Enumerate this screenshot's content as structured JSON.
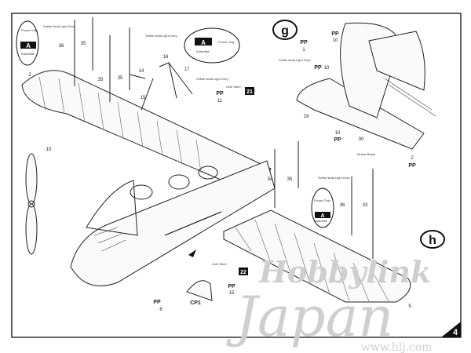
{
  "steps": {
    "g": "g",
    "h": "h"
  },
  "page_number": "4",
  "ref_badges": {
    "b21": "21",
    "b22": "22"
  },
  "callouts": {
    "top_left": {
      "only": "Pouze Only",
      "scheme": "A",
      "note": "Kamufláž"
    },
    "top_mid": {
      "only": "Pouze Only",
      "scheme": "A",
      "note": "Kamufláž"
    },
    "lower_wing": {
      "only": "Pouze Only",
      "scheme": "A",
      "note": "Kamufláž"
    }
  },
  "color_notes": {
    "light_grey": "Světle šedá Light Grey",
    "steel": "Ocel Steel",
    "brass": "Mosaz Brass"
  },
  "part_labels": {
    "p36": "36",
    "p35a": "35",
    "p2": "2",
    "p35b": "35",
    "p36b": "35",
    "p14": "14",
    "p15": "15",
    "p16": "16",
    "p17": "17",
    "pp11": "PP",
    "p11": "11",
    "pp1": "PP",
    "p1": "1",
    "pp10a": "PP",
    "p10a": "10",
    "pp10b": "PP",
    "p10b": "10",
    "pp10c": "PP",
    "p10c": "10",
    "p19": "19",
    "p30": "30",
    "pp2": "PP",
    "p2b": "2",
    "p10": "10",
    "p34": "34",
    "p35c": "35",
    "p36c": "36",
    "p33": "33",
    "p5": "5",
    "pp6": "PP",
    "p6": "6",
    "cp1": "CP1",
    "pp15": "PP",
    "p15b": "15"
  },
  "watermark": {
    "brand": "Hobbylink",
    "country": "Japan",
    "url": "www.hlj.com"
  }
}
